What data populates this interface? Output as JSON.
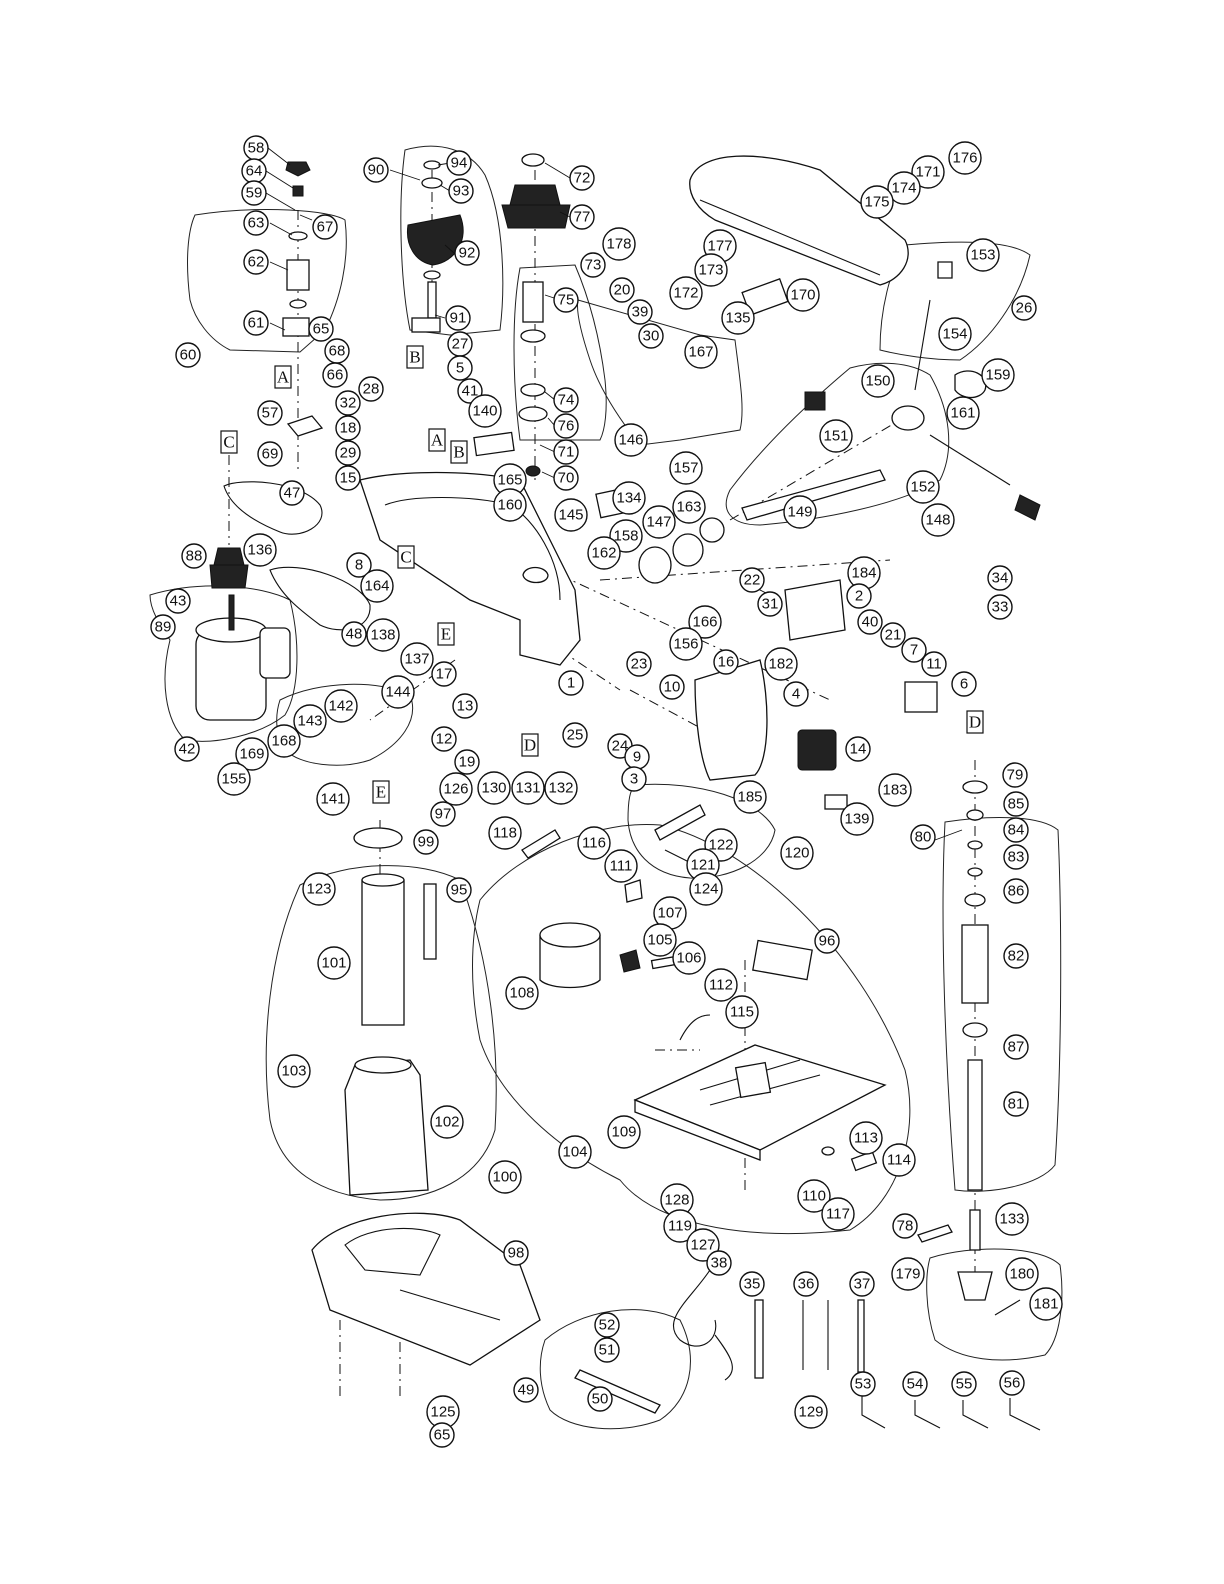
{
  "callouts": [
    {
      "label": "58"
    },
    {
      "label": "64"
    },
    {
      "label": "59"
    },
    {
      "label": "67"
    },
    {
      "label": "63"
    },
    {
      "label": "62"
    },
    {
      "label": "61"
    },
    {
      "label": "65"
    },
    {
      "label": "60"
    },
    {
      "label": "68"
    },
    {
      "label": "66"
    },
    {
      "label": "57"
    },
    {
      "label": "69"
    },
    {
      "label": "47"
    },
    {
      "label": "88"
    },
    {
      "label": "136"
    },
    {
      "label": "43"
    },
    {
      "label": "89"
    },
    {
      "label": "42"
    },
    {
      "label": "48"
    },
    {
      "label": "90"
    },
    {
      "label": "94"
    },
    {
      "label": "93"
    },
    {
      "label": "92"
    },
    {
      "label": "91"
    },
    {
      "label": "72"
    },
    {
      "label": "77"
    },
    {
      "label": "73"
    },
    {
      "label": "75"
    },
    {
      "label": "74"
    },
    {
      "label": "76"
    },
    {
      "label": "71"
    },
    {
      "label": "70"
    },
    {
      "label": "27"
    },
    {
      "label": "5"
    },
    {
      "label": "41"
    },
    {
      "label": "28"
    },
    {
      "label": "32"
    },
    {
      "label": "18"
    },
    {
      "label": "29"
    },
    {
      "label": "15"
    },
    {
      "label": "140"
    },
    {
      "label": "165"
    },
    {
      "label": "160"
    },
    {
      "label": "145"
    },
    {
      "label": "8"
    },
    {
      "label": "164"
    },
    {
      "label": "138"
    },
    {
      "label": "137"
    },
    {
      "label": "17"
    },
    {
      "label": "13"
    },
    {
      "label": "12"
    },
    {
      "label": "19"
    },
    {
      "label": "130"
    },
    {
      "label": "131"
    },
    {
      "label": "132"
    },
    {
      "label": "1"
    },
    {
      "label": "25"
    },
    {
      "label": "144"
    },
    {
      "label": "142"
    },
    {
      "label": "143"
    },
    {
      "label": "168"
    },
    {
      "label": "169"
    },
    {
      "label": "155"
    },
    {
      "label": "141"
    },
    {
      "label": "178"
    },
    {
      "label": "177"
    },
    {
      "label": "173"
    },
    {
      "label": "172"
    },
    {
      "label": "170"
    },
    {
      "label": "135"
    },
    {
      "label": "176"
    },
    {
      "label": "171"
    },
    {
      "label": "174"
    },
    {
      "label": "175"
    },
    {
      "label": "153"
    },
    {
      "label": "26"
    },
    {
      "label": "154"
    },
    {
      "label": "150"
    },
    {
      "label": "159"
    },
    {
      "label": "161"
    },
    {
      "label": "151"
    },
    {
      "label": "152"
    },
    {
      "label": "148"
    },
    {
      "label": "149"
    },
    {
      "label": "20"
    },
    {
      "label": "39"
    },
    {
      "label": "30"
    },
    {
      "label": "167"
    },
    {
      "label": "146"
    },
    {
      "label": "157"
    },
    {
      "label": "134"
    },
    {
      "label": "163"
    },
    {
      "label": "147"
    },
    {
      "label": "158"
    },
    {
      "label": "162"
    },
    {
      "label": "166"
    },
    {
      "label": "156"
    },
    {
      "label": "22"
    },
    {
      "label": "184"
    },
    {
      "label": "31"
    },
    {
      "label": "2"
    },
    {
      "label": "40"
    },
    {
      "label": "21"
    },
    {
      "label": "7"
    },
    {
      "label": "11"
    },
    {
      "label": "6"
    },
    {
      "label": "16"
    },
    {
      "label": "182"
    },
    {
      "label": "4"
    },
    {
      "label": "23"
    },
    {
      "label": "10"
    },
    {
      "label": "24"
    },
    {
      "label": "9"
    },
    {
      "label": "3"
    },
    {
      "label": "14"
    },
    {
      "label": "183"
    },
    {
      "label": "185"
    },
    {
      "label": "139"
    },
    {
      "label": "34"
    },
    {
      "label": "33"
    },
    {
      "label": "79"
    },
    {
      "label": "80"
    },
    {
      "label": "85"
    },
    {
      "label": "84"
    },
    {
      "label": "83"
    },
    {
      "label": "86"
    },
    {
      "label": "82"
    },
    {
      "label": "87"
    },
    {
      "label": "81"
    },
    {
      "label": "133"
    },
    {
      "label": "78"
    },
    {
      "label": "179"
    },
    {
      "label": "180"
    },
    {
      "label": "181"
    },
    {
      "label": "126"
    },
    {
      "label": "97"
    },
    {
      "label": "99"
    },
    {
      "label": "123"
    },
    {
      "label": "95"
    },
    {
      "label": "101"
    },
    {
      "label": "103"
    },
    {
      "label": "102"
    },
    {
      "label": "100"
    },
    {
      "label": "98"
    },
    {
      "label": "125"
    },
    {
      "label": "65"
    },
    {
      "label": "118"
    },
    {
      "label": "116"
    },
    {
      "label": "111"
    },
    {
      "label": "122"
    },
    {
      "label": "121"
    },
    {
      "label": "120"
    },
    {
      "label": "124"
    },
    {
      "label": "107"
    },
    {
      "label": "105"
    },
    {
      "label": "106"
    },
    {
      "label": "108"
    },
    {
      "label": "96"
    },
    {
      "label": "112"
    },
    {
      "label": "115"
    },
    {
      "label": "109"
    },
    {
      "label": "104"
    },
    {
      "label": "113"
    },
    {
      "label": "114"
    },
    {
      "label": "110"
    },
    {
      "label": "117"
    },
    {
      "label": "128"
    },
    {
      "label": "119"
    },
    {
      "label": "127"
    },
    {
      "label": "38"
    },
    {
      "label": "35"
    },
    {
      "label": "36"
    },
    {
      "label": "37"
    },
    {
      "label": "52"
    },
    {
      "label": "51"
    },
    {
      "label": "50"
    },
    {
      "label": "49"
    },
    {
      "label": "129"
    },
    {
      "label": "53"
    },
    {
      "label": "54"
    },
    {
      "label": "55"
    },
    {
      "label": "56"
    }
  ],
  "section_tags": [
    {
      "label": "A"
    },
    {
      "label": "C"
    },
    {
      "label": "B"
    },
    {
      "label": "A"
    },
    {
      "label": "B"
    },
    {
      "label": "C"
    },
    {
      "label": "E"
    },
    {
      "label": "D"
    },
    {
      "label": "E"
    },
    {
      "label": "D"
    }
  ]
}
